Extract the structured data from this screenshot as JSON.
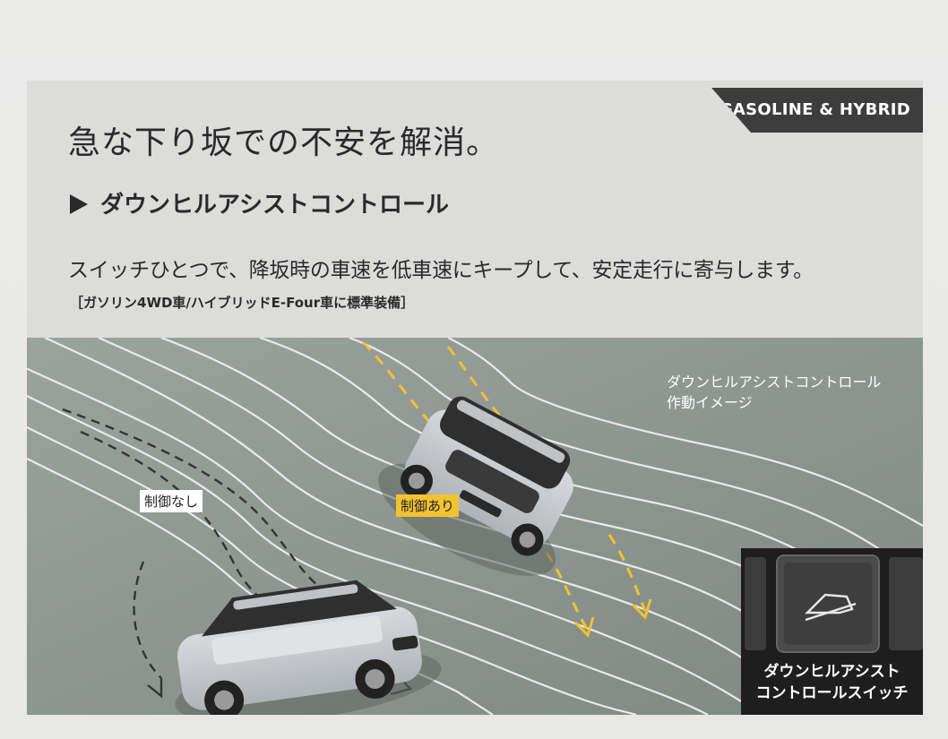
{
  "badge": {
    "label": "GASOLINE & HYBRID"
  },
  "headline": "急な下り坂での不安を解消。",
  "feature": {
    "marker": "triangle-right-icon",
    "title": "ダウンヒルアシストコントロール"
  },
  "description": "スイッチひとつで、降坂時の車速を低車速にキープして、安定走行に寄与します。",
  "note": "［ガソリン4WD車/ハイブリッドE-Four車に標準装備］",
  "image": {
    "caption_line1": "ダウンヒルアシストコントロール",
    "caption_line2": "作動イメージ",
    "label_without_control": "制御なし",
    "label_with_control": "制御あり",
    "switch_label_line1": "ダウンヒルアシスト",
    "switch_label_line2": "コントロールスイッチ",
    "switch_icon": "downhill-car-icon"
  },
  "colors": {
    "panel": "#dcdddb",
    "badge": "#3d3d3d",
    "road": "#8b948f",
    "control_line": "#f2c230",
    "car_body": "#c8ccd0",
    "car_roof": "#2e2e2e"
  }
}
